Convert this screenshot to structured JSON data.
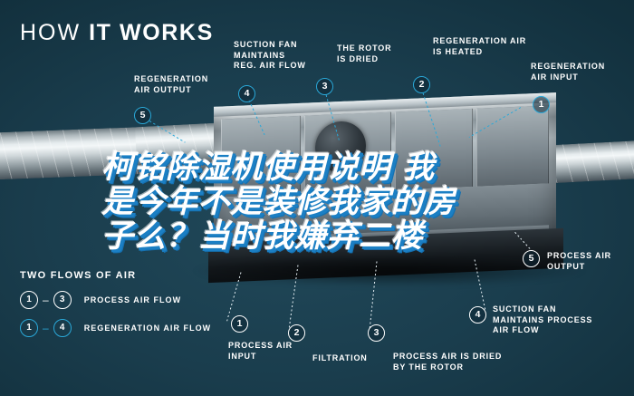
{
  "title": {
    "word1": "HOW",
    "word2": "IT WORKS"
  },
  "callouts": [
    {
      "id": "regeneration-air-output",
      "num": "5",
      "text": "REGENERATION\nAIR OUTPUT",
      "style": "cyan"
    },
    {
      "id": "suction-fan-reg",
      "num": "4",
      "text": "SUCTION FAN\nMAINTAINS\nREG. AIR FLOW",
      "style": "cyan"
    },
    {
      "id": "rotor-is-dried",
      "num": "3",
      "text": "THE ROTOR\nIS DRIED",
      "style": "cyan"
    },
    {
      "id": "regeneration-air-heated",
      "num": "2",
      "text": "REGENERATION AIR\nIS HEATED",
      "style": "cyan"
    },
    {
      "id": "regeneration-air-input",
      "num": "1",
      "text": "REGENERATION\nAIR INPUT",
      "style": "cyan"
    },
    {
      "id": "process-air-output",
      "num": "5",
      "text": "PROCESS AIR\nOUTPUT",
      "style": "white"
    },
    {
      "id": "process-air-input",
      "num": "1",
      "text": "PROCESS AIR\nINPUT",
      "style": "white"
    },
    {
      "id": "filtration",
      "num": "2",
      "text": "FILTRATION",
      "style": "white"
    },
    {
      "id": "process-air-dried",
      "num": "3",
      "text": "PROCESS AIR IS DRIED\nBY THE ROTOR",
      "style": "white"
    },
    {
      "id": "suction-fan-process",
      "num": "4",
      "text": "SUCTION FAN\nMAINTAINS PROCESS\nAIR FLOW",
      "style": "white"
    }
  ],
  "legend": {
    "title": "TWO FLOWS OF AIR",
    "rows": [
      {
        "from": "1",
        "dash": "–",
        "to": "3",
        "label": "PROCESS AIR FLOW",
        "color": "#ffffff"
      },
      {
        "from": "1",
        "dash": "–",
        "to": "4",
        "label": "REGENERATION AIR FLOW",
        "color": "#2aa8d8"
      }
    ]
  },
  "overlay": {
    "line1": "柯铭除湿机使用说明 我",
    "line2": "是今年不是装修我家的房",
    "line3": "子么？当时我嫌弃二楼"
  },
  "colors": {
    "background": "#12303d",
    "accent_cyan": "#2aa8d8",
    "text_white": "#ffffff",
    "overlay_shadow_blue": "#1b7fc4"
  }
}
